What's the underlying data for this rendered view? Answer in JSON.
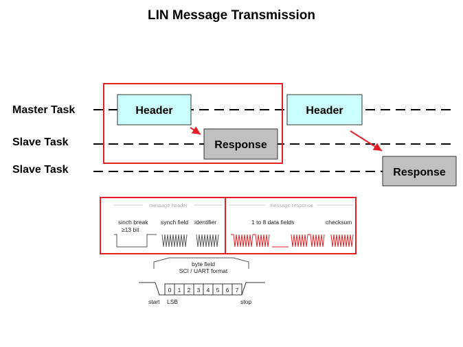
{
  "title": "LIN Message Transmission",
  "tasks": {
    "master": "Master Task",
    "slave1": "Slave Task",
    "slave2": "Slave Task"
  },
  "boxes": {
    "header1": "Header",
    "header2": "Header",
    "response1": "Response",
    "response2": "Response"
  },
  "frame": {
    "message_header": "message header",
    "message_response": "message response",
    "sinch_break": "sinch break",
    "sinch_break_bits": "≥13 bit",
    "synch_field": "synch field",
    "identifier": "identifier",
    "data_fields": "1 to 8 data fields",
    "checksum": "checksum"
  },
  "byte_field": {
    "line1": "byte field",
    "line2": "SCI / UART format",
    "bits": [
      "0",
      "1",
      "2",
      "3",
      "4",
      "5",
      "6",
      "7"
    ],
    "start": "start",
    "lsb": "LSB",
    "stop": "stop"
  },
  "colors": {
    "header_fill": "#ccffff",
    "response_fill": "#c0c0c0",
    "highlight": "#e31e24"
  }
}
